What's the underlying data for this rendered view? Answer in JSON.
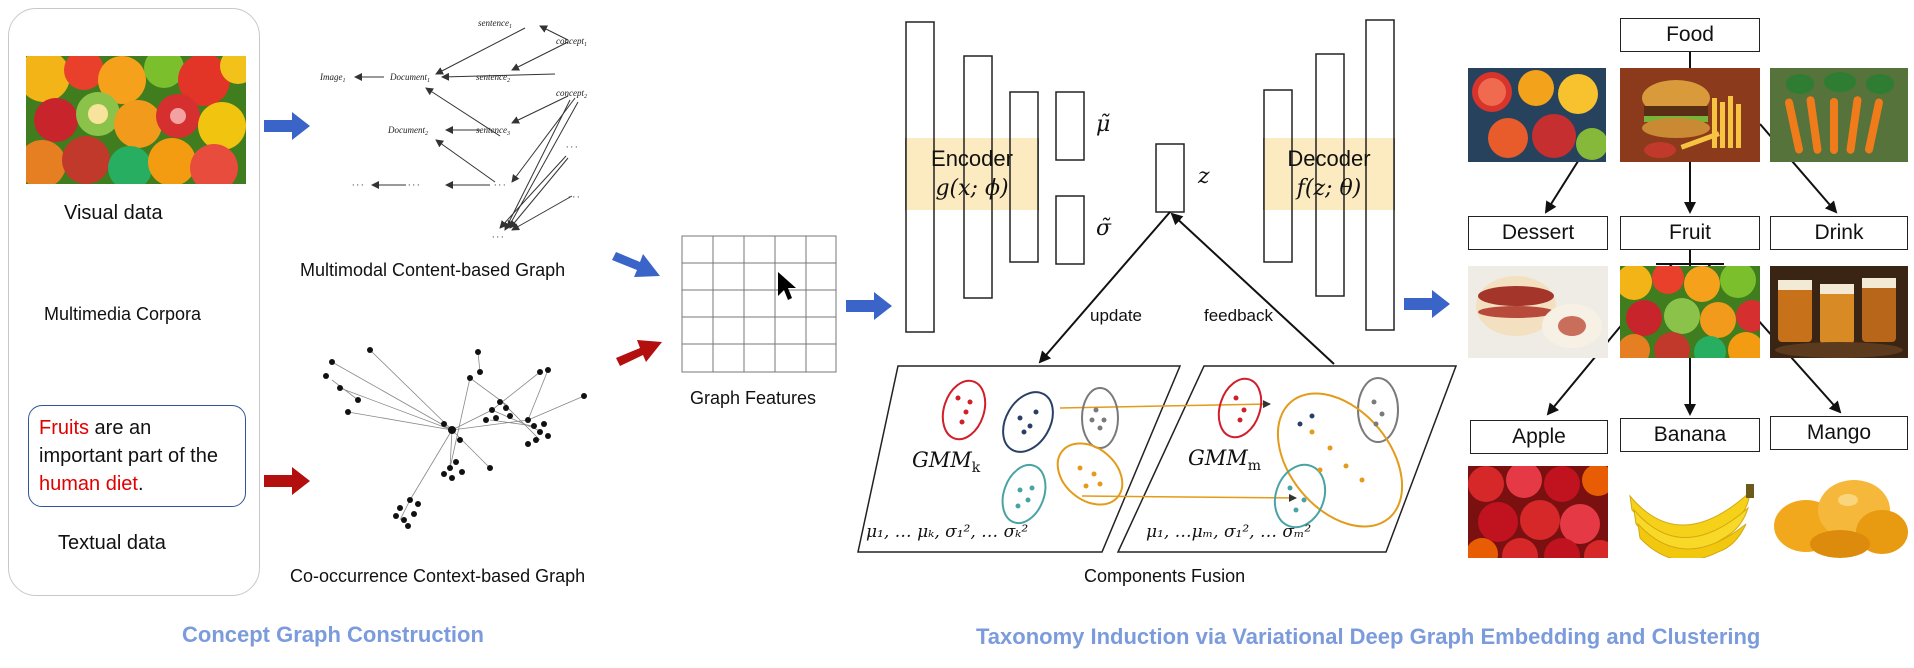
{
  "concept_graph": {
    "section_title": "Concept Graph Construction",
    "visual_data_label": "Visual data",
    "corpus_label": "Multimedia Corpora",
    "textual_data_label": "Textual data",
    "text_example": {
      "w1": "Fruits",
      "w2": " are an important part of the ",
      "w3": "human diet",
      "w4": "."
    },
    "multimodal_graph_label": "Multimodal Content-based Graph",
    "cooccurrence_graph_label": "Co-occurrence Context-based Graph",
    "mm_nodes": {
      "sentence1": "sentence",
      "sentence2": "sentence",
      "sentence3": "sentence",
      "concept1": "concept",
      "concept2": "concept",
      "image1": "Image",
      "document1": "Document",
      "document2": "Document",
      "sub1": "1",
      "sub2": "2",
      "sub3": "3",
      "dots": "· · ·"
    },
    "graph_features_label": "Graph Features"
  },
  "taxonomy": {
    "section_title": "Taxonomy Induction via Variational Deep Graph Embedding and Clustering",
    "encoder_label": "Encoder",
    "encoder_formula": "g(x; ϕ)",
    "decoder_label": "Decoder",
    "decoder_formula": "f(z; θ)",
    "mu_label": "μ̃",
    "sigma_label": "σ̃",
    "z_label": "z",
    "update_label": "update",
    "feedback_label": "feedback",
    "gmm_k": "GMM",
    "gmm_k_sub": "k",
    "gmm_m": "GMM",
    "gmm_m_sub": "m",
    "params_k": "μ₁, … μₖ, σ₁², … σₖ²",
    "params_m": "μ₁, …μₘ, σ₁², … σₘ²",
    "fusion_label": "Components Fusion"
  },
  "tree": {
    "root": "Food",
    "level1": [
      "Dessert",
      "Fruit",
      "Drink"
    ],
    "level2": [
      "Apple",
      "Banana",
      "Mango"
    ]
  },
  "colors": {
    "blue_arrow": "#3a64c8",
    "red_arrow": "#b30f0f",
    "encoder_fill": "#fcebc0",
    "title_blue": "#7b9bdc",
    "cluster_red": "#d11f2a",
    "cluster_navy": "#2b3f66",
    "cluster_gray": "#7a7a7a",
    "cluster_orange": "#e39b1a",
    "cluster_teal": "#4aa3a3"
  }
}
